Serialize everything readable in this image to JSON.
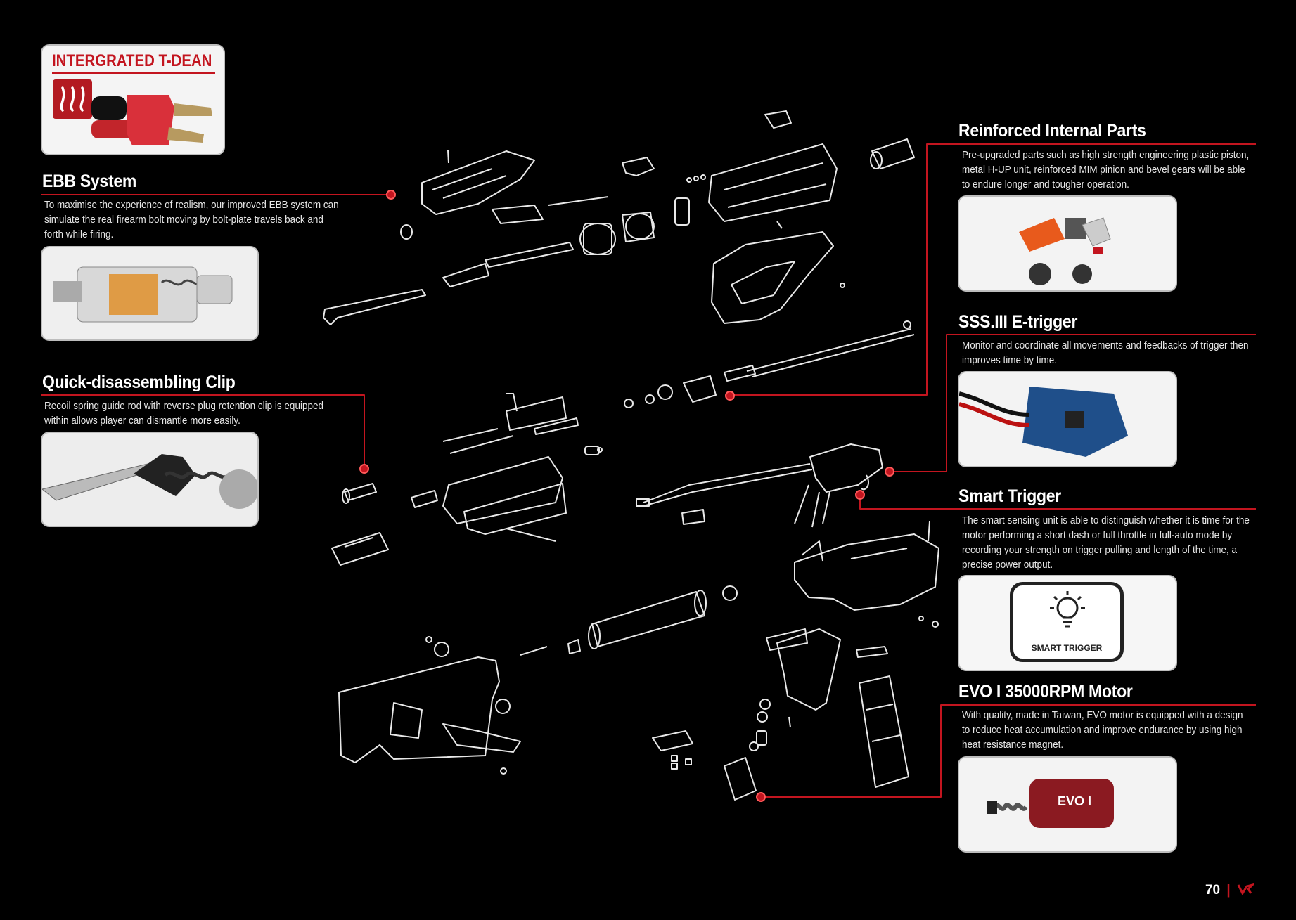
{
  "badge": {
    "title": "INTERGRATED T-DEAN"
  },
  "left_sections": [
    {
      "heading": "EBB System",
      "text": "To maximise the experience of realism, our improved EBB system can simulate the real firearm bolt moving by bolt-plate travels back and forth while firing."
    },
    {
      "heading": "Quick-disassembling Clip",
      "text": "Recoil spring guide rod with reverse plug retention clip is equipped within allows player can dismantle more easily."
    }
  ],
  "right_sections": [
    {
      "heading": "Reinforced Internal Parts",
      "text": "Pre-upgraded parts such as high strength engineering plastic piston, metal H-UP unit, reinforced MIM pinion and bevel gears will be able to endure longer and tougher operation."
    },
    {
      "heading": "SSS.III E-trigger",
      "text": "Monitor and coordinate all movements and feedbacks of trigger then improves time by time."
    },
    {
      "heading": "Smart Trigger",
      "text": "The smart sensing unit is able to distinguish whether it is time for the motor performing a short dash or full throttle in full-auto mode by recording your strength on trigger pulling and length of the time, a precise power output.",
      "logo_text": "SMART TRIGGER"
    },
    {
      "heading": "EVO I 35000RPM Motor",
      "text": "With quality, made in Taiwan, EVO motor is equipped with a design to reduce heat accumulation and improve endurance by using high heat resistance magnet.",
      "motor_label": "EVO I"
    }
  ],
  "page_number": "70",
  "colors": {
    "accent": "#c3151f",
    "background": "#000000",
    "card": "#f2f2f2"
  },
  "icons": [
    "heat-icon",
    "brand-logo-icon"
  ]
}
